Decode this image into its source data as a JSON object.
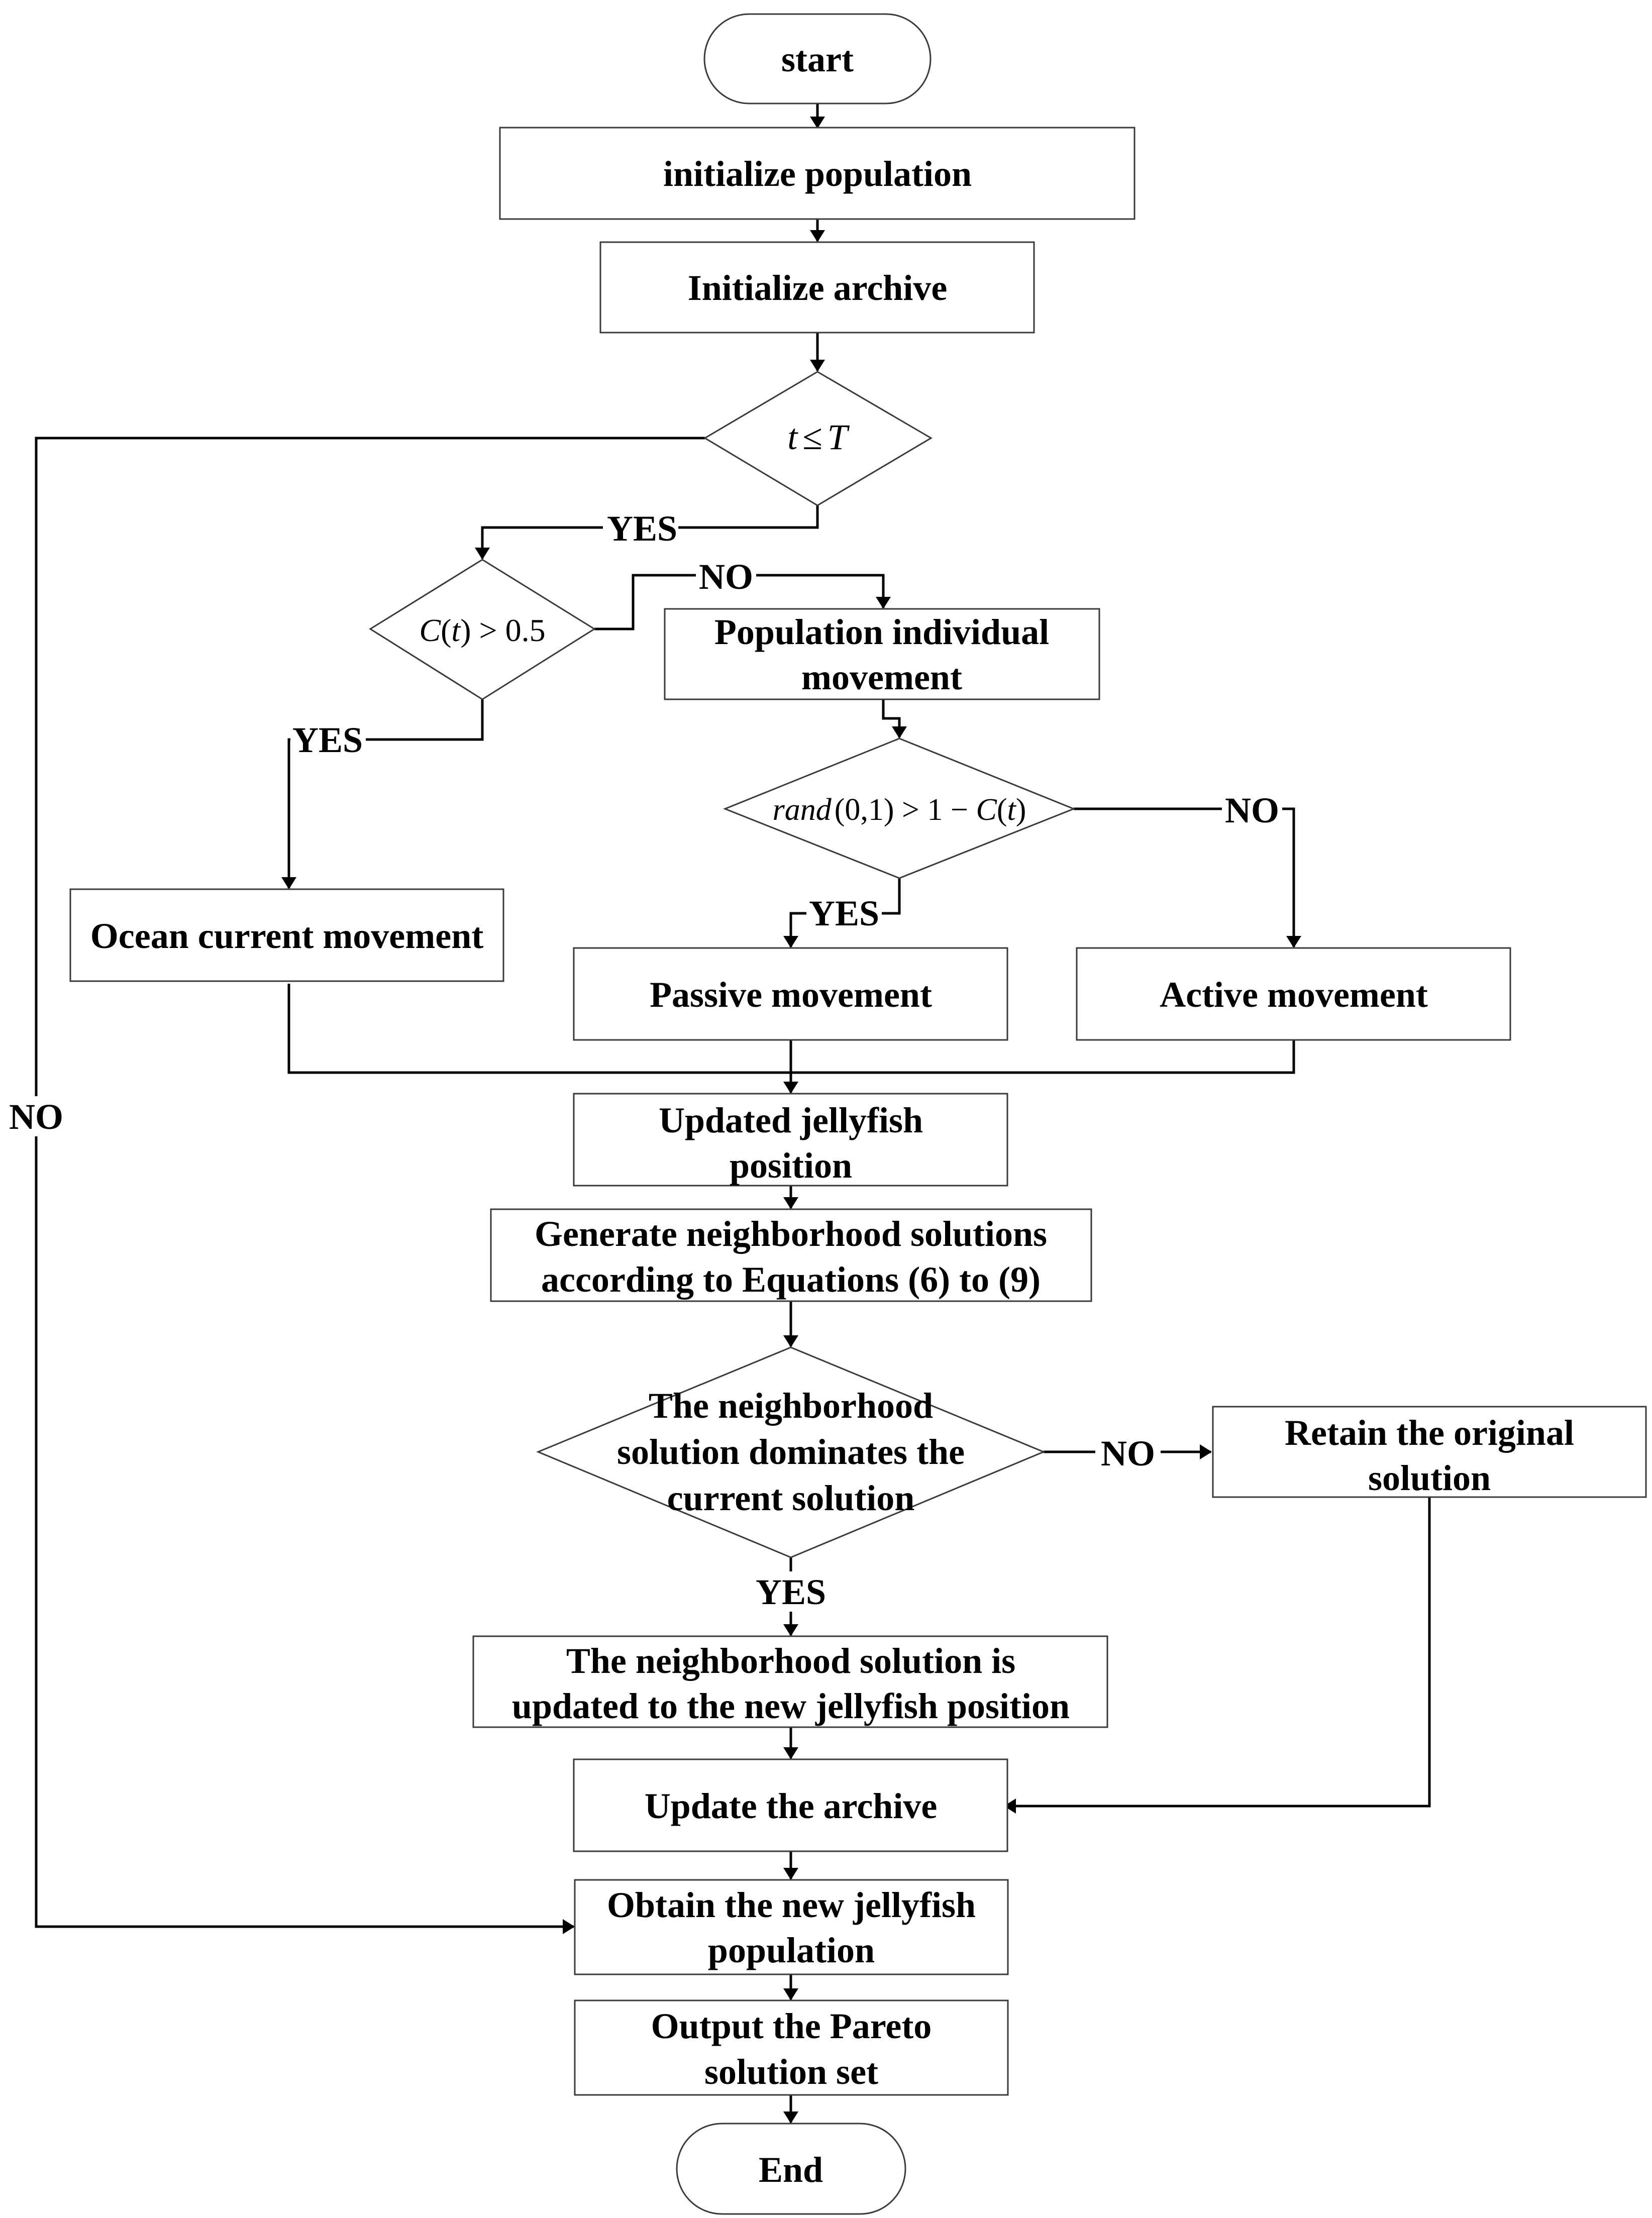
{
  "nodes": {
    "start": "start",
    "init_population": "initialize population",
    "init_archive": "Initialize archive",
    "cond_t_T": {
      "var_t": "t",
      "op": "≤",
      "var_T": "T"
    },
    "cond_ct": {
      "c": "C",
      "lp": "(",
      "t": "t",
      "rp": ")",
      "rest": " > 0.5"
    },
    "pop_individual": {
      "line1": "Population individual",
      "line2": "movement"
    },
    "cond_rand": {
      "rand": "rand",
      "args": "(0,1) > 1 − ",
      "c": "C",
      "lp": "(",
      "t": "t",
      "rp": ")"
    },
    "ocean_current": "Ocean current movement",
    "passive": "Passive movement",
    "active": "Active movement",
    "updated_position": {
      "line1": "Updated jellyfish",
      "line2": "position"
    },
    "generate_neighborhood": {
      "line1": "Generate neighborhood solutions",
      "line2": "according to Equations (6) to (9)"
    },
    "cond_dominates": {
      "line1": "The neighborhood",
      "line2": "solution dominates the",
      "line3": "current solution"
    },
    "retain_original": {
      "line1": "Retain the original",
      "line2": "solution"
    },
    "neighborhood_updated": {
      "line1": "The neighborhood solution is",
      "line2": "updated to the new jellyfish position"
    },
    "update_archive": "Update the archive",
    "obtain_population": {
      "line1": "Obtain the new jellyfish",
      "line2": "population"
    },
    "output_pareto": {
      "line1": "Output the Pareto",
      "line2": "solution set"
    },
    "end": "End"
  },
  "edge_labels": {
    "yes_t": "YES",
    "no_ct": "NO",
    "yes_ct": "YES",
    "no_rand": "NO",
    "yes_rand": "YES",
    "no_t": "NO",
    "no_dominates": "NO",
    "yes_dominates": "YES"
  }
}
